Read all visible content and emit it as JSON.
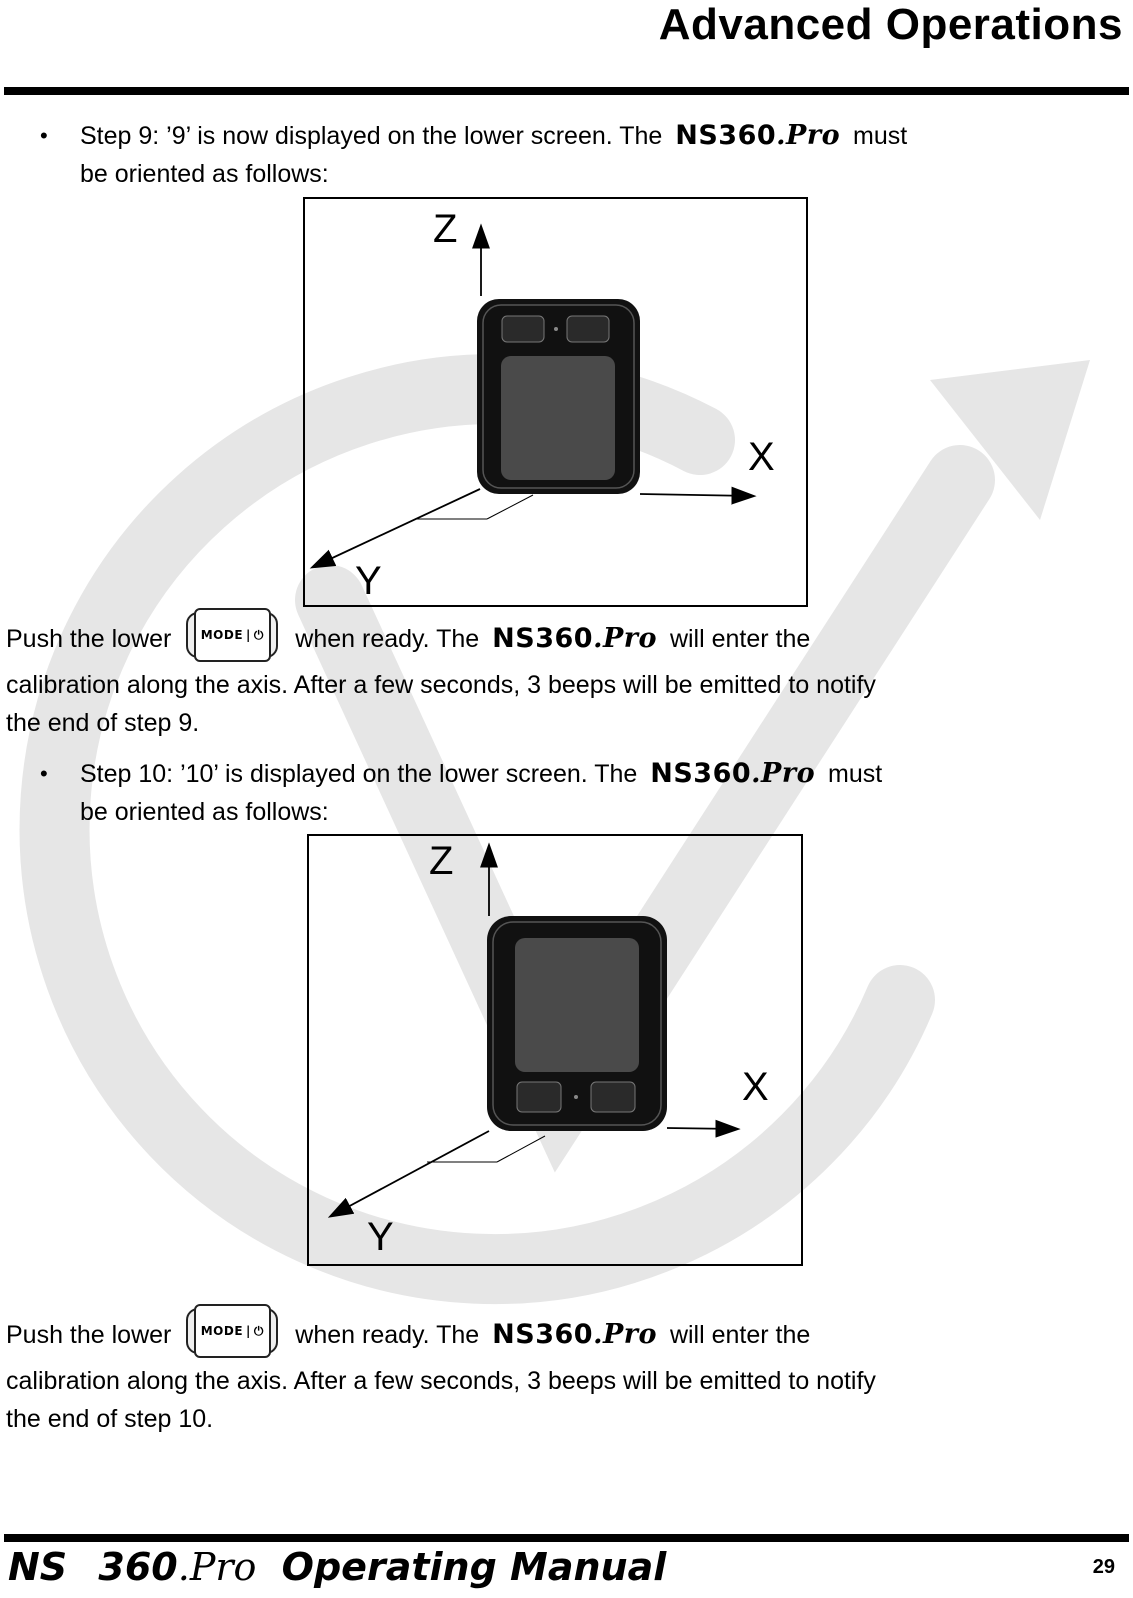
{
  "header": {
    "title": "Advanced Operations"
  },
  "brand": {
    "name": "NS360",
    "suffix": ".Pro"
  },
  "mode_key": {
    "label": "MODE",
    "power_glyph": "⏻",
    "icon": "mode-power-key-icon"
  },
  "step9": {
    "bullet": "•",
    "line1_before": "Step 9: ’9’ is now displayed on the lower screen. The",
    "line1_after": "must",
    "line2": "be oriented as follows:",
    "figure": {
      "axis_z": "Z",
      "axis_x": "X",
      "axis_y": "Y",
      "device_icon": "device-screen-up-icon"
    },
    "push_before": "Push the lower",
    "push_middle": "when ready. The",
    "push_after": "will enter the",
    "para_line2": "calibration along the axis. After a few seconds, 3 beeps will be emitted to notify",
    "para_line3": "the end of step 9."
  },
  "step10": {
    "bullet": "•",
    "line1_before": "Step 10: ’10’ is displayed on the lower screen. The",
    "line1_after": "must",
    "line2": "be oriented as follows:",
    "figure": {
      "axis_z": "Z",
      "axis_x": "X",
      "axis_y": "Y",
      "device_icon": "device-screen-down-icon"
    },
    "push_before": "Push the lower",
    "push_middle": "when ready. The",
    "push_after": "will enter the",
    "para_line2": "calibration along the axis. After a few seconds, 3 beeps will be emitted to notify",
    "para_line3": "the end of step 10."
  },
  "footer": {
    "product_ns": "NS",
    "product_model": "360",
    "product_suffix": ".Pro",
    "manual_label": "Operating Manual",
    "page_number": "29"
  },
  "colors": {
    "watermark": "#e6e6e6",
    "device_body": "#111111",
    "device_screen": "#4a4a4a"
  }
}
